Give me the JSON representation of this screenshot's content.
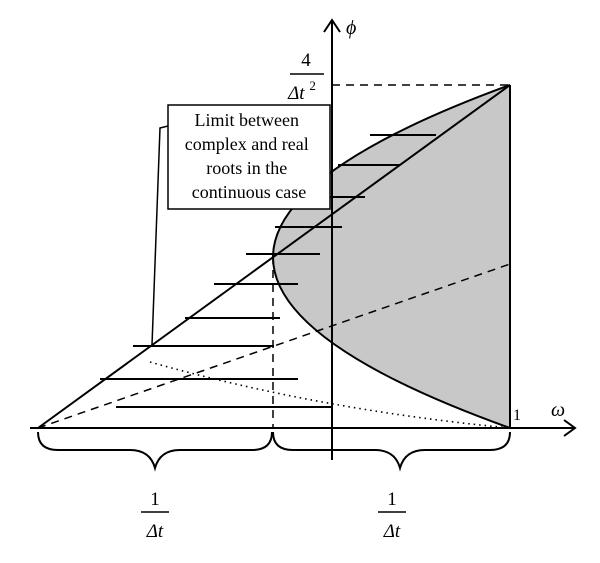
{
  "diagram": {
    "y_axis_label": "ϕ",
    "x_axis_label": "ω",
    "x_end_label": "1",
    "y_top_label": {
      "numerator": "4",
      "denominator_base": "Δt",
      "exponent": "2"
    },
    "annotation_lines": [
      "Limit between",
      "complex and real",
      "roots in the",
      "continuous case"
    ],
    "left_brace_label": {
      "numerator": "1",
      "denominator": "Δt"
    },
    "right_brace_label": {
      "numerator": "1",
      "denominator": "Δt"
    },
    "colors": {
      "shaded_region": "#c8c8c8",
      "lines": "#000000",
      "background": "#ffffff"
    }
  }
}
